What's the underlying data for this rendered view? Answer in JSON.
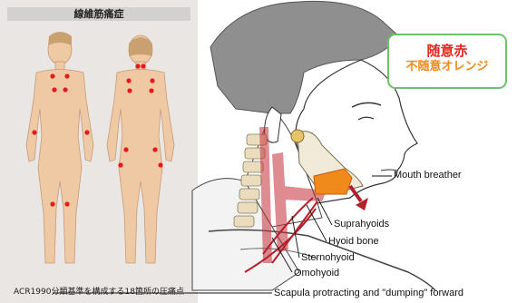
{
  "left_panel": {
    "title": "線維筋痛症",
    "caption": "ACR1990分類基準を構成する18箇所の圧痛点"
  },
  "legend": {
    "voluntary": "随意赤",
    "involuntary": "不随意オレンジ"
  },
  "labels": {
    "mouth_breather": "Mouth breather",
    "suprahyoids": "Suprahyoids",
    "hyoid_bone": "Hyoid bone",
    "sternohyoid": "Sternohyoid",
    "omohyoid": "Omohyoid",
    "scapula": "Scapula protracting and \"dumping\" forward"
  },
  "colors": {
    "voluntary": "#e5271f",
    "involuntary": "#ef8a1b",
    "tender_point": "#e41a1c",
    "legend_border": "#6cc36a"
  }
}
